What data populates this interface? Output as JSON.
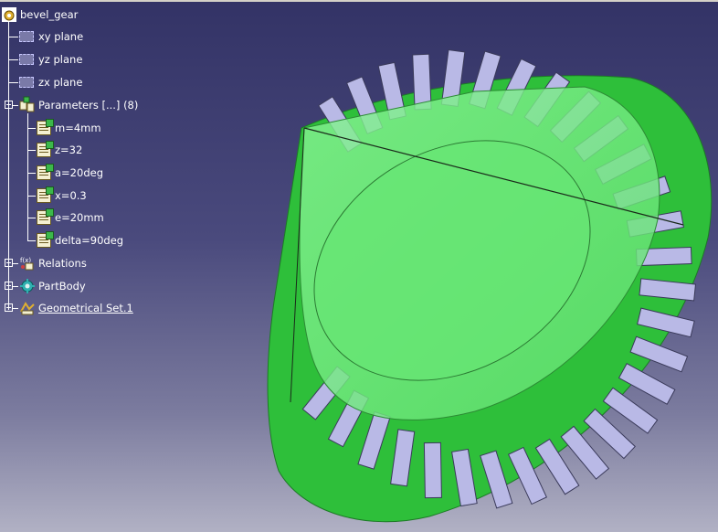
{
  "tree": {
    "root": {
      "label": "bevel_gear",
      "icon": "part-gear-icon"
    },
    "planes": [
      {
        "label": "xy plane",
        "icon": "plane-icon"
      },
      {
        "label": "yz plane",
        "icon": "plane-icon"
      },
      {
        "label": "zx plane",
        "icon": "plane-icon"
      }
    ],
    "parameters": {
      "label": "Parameters [...] (8)",
      "icon": "parameters-icon",
      "items": [
        {
          "label": "m=4mm",
          "icon": "parameter-icon"
        },
        {
          "label": "z=32",
          "icon": "parameter-icon"
        },
        {
          "label": "a=20deg",
          "icon": "parameter-icon"
        },
        {
          "label": "x=0.3",
          "icon": "parameter-icon"
        },
        {
          "label": "e=20mm",
          "icon": "parameter-icon"
        },
        {
          "label": "delta=90deg",
          "icon": "parameter-icon"
        }
      ]
    },
    "relations": {
      "label": "Relations",
      "icon": "relations-icon"
    },
    "partbody": {
      "label": "PartBody",
      "icon": "partbody-icon"
    },
    "geoset": {
      "label": "Geometrical Set.1",
      "icon": "geometrical-set-icon"
    }
  },
  "colors": {
    "gear_green": "#2fcf3a",
    "gear_light": "#7cf08a",
    "tooth_face": "#b9b9e6",
    "background_top": "#333366",
    "background_bottom": "#b1b1c4"
  }
}
